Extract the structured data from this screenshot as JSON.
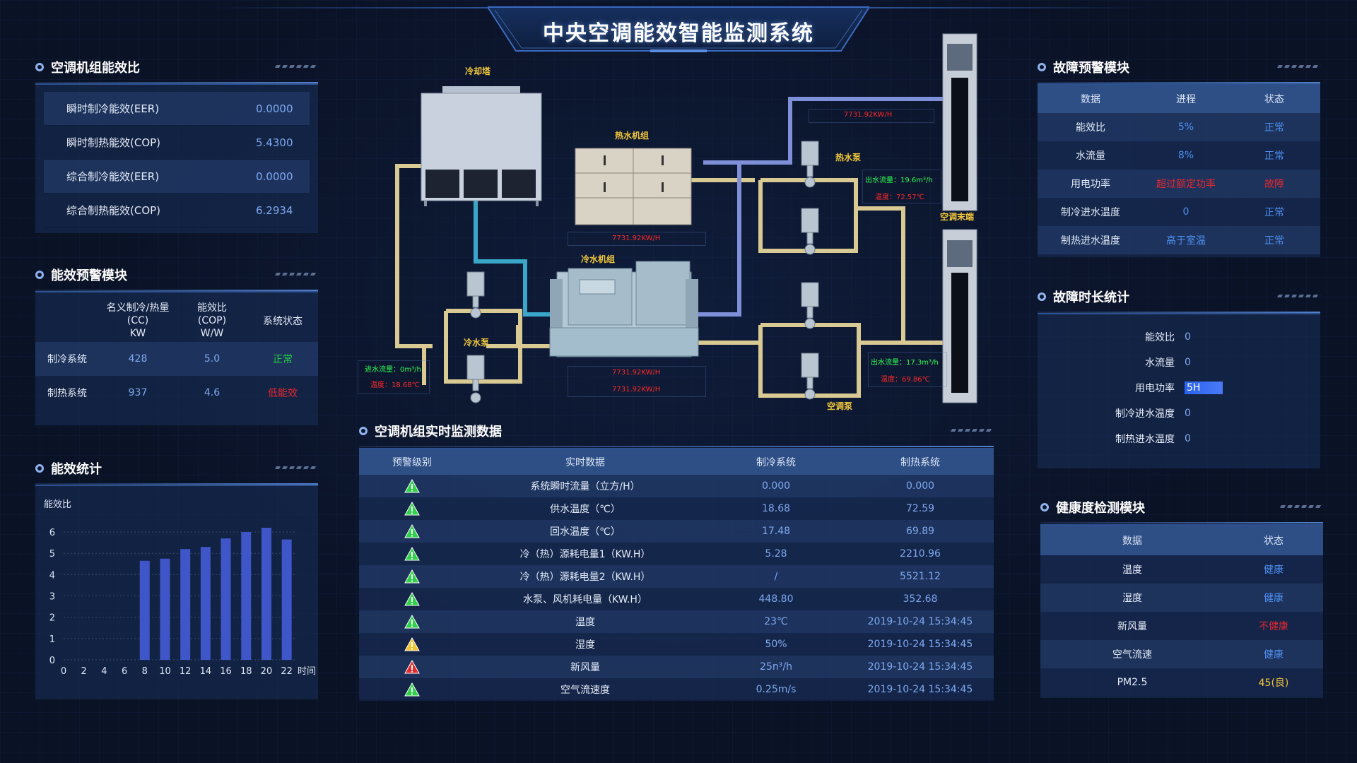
{
  "header": {
    "title": "中央空调能效智能监测系统"
  },
  "efficiency": {
    "title": "空调机组能效比",
    "rows": [
      {
        "label": "瞬时制冷能效(EER)",
        "value": "0.0000"
      },
      {
        "label": "瞬时制热能效(COP)",
        "value": "5.4300"
      },
      {
        "label": "综合制冷能效(EER)",
        "value": "0.0000"
      },
      {
        "label": "综合制热能效(COP)",
        "value": "6.2934"
      }
    ]
  },
  "energy_warning": {
    "title": "能效预警模块",
    "headers": [
      "名义制冷/热量",
      "(CC)",
      "KW",
      "能效比",
      "(COP)",
      "W/W",
      "系统状态"
    ],
    "rows": [
      {
        "name": "制冷系统",
        "capacity": "428",
        "cop": "5.0",
        "status": "正常",
        "status_color": "#22d13e"
      },
      {
        "name": "制热系统",
        "capacity": "937",
        "cop": "4.6",
        "status": "低能效",
        "status_color": "#e6262f"
      }
    ]
  },
  "energy_stats": {
    "title": "能效统计",
    "ylabel": "能效比",
    "xlabel": "时间"
  },
  "chart_data": {
    "type": "bar",
    "title": "",
    "ylabel": "能效比",
    "xlabel": "时间",
    "x_ticks": [
      "0",
      "2",
      "4",
      "6",
      "8",
      "10",
      "12",
      "14",
      "16",
      "18",
      "20",
      "22"
    ],
    "y_ticks": [
      "0",
      "1",
      "2",
      "3",
      "4",
      "5",
      "6"
    ],
    "ylim": [
      0,
      6.3
    ],
    "xlim": [
      0,
      23
    ],
    "grid": true,
    "categories": [
      8,
      10,
      12,
      14,
      16,
      18,
      20,
      22
    ],
    "values": [
      4.65,
      4.75,
      5.2,
      5.3,
      5.7,
      6.0,
      6.2,
      5.65
    ],
    "color": "#3f56c9"
  },
  "diagram": {
    "cooling_tower": "冷却塔",
    "hot_water_unit": "热水机组",
    "hot_water_pump": "热水泵",
    "chiller": "冷水机组",
    "chilled_pump": "冷水泵",
    "ac_pump": "空调泵",
    "ac_terminal": "空调末端",
    "power_1": "7731.92KW/H",
    "power_2": "7731.92KW/H",
    "power_3": "7731.92KW/H",
    "power_4": "7731.92KW/H",
    "hot_out_flow": "出水流量：19.6m³/h",
    "hot_temp": "温度：72.57℃",
    "ac_out_flow": "出水流量：17.3m³/h",
    "ac_temp": "温度：69.86℃",
    "cold_in_flow": "进水流量：0m³/h",
    "cold_temp": "温度：18.68℃"
  },
  "realtime": {
    "title": "空调机组实时监测数据",
    "headers": [
      "预警级别",
      "实时数据",
      "制冷系统",
      "制热系统"
    ],
    "rows": [
      {
        "level": "green",
        "name": "系统瞬时流量（立方/H）",
        "cool": "0.000",
        "heat": "0.000"
      },
      {
        "level": "green",
        "name": "供水温度（℃）",
        "cool": "18.68",
        "heat": "72.59"
      },
      {
        "level": "green",
        "name": "回水温度（℃）",
        "cool": "17.48",
        "heat": "69.89"
      },
      {
        "level": "green",
        "name": "冷（热）源耗电量1（KW.H）",
        "cool": "5.28",
        "heat": "2210.96"
      },
      {
        "level": "green",
        "name": "冷（热）源耗电量2（KW.H）",
        "cool": "/",
        "heat": "5521.12"
      },
      {
        "level": "green",
        "name": "水泵、风机耗电量（KW.H）",
        "cool": "448.80",
        "heat": "352.68"
      },
      {
        "level": "green",
        "name": "温度",
        "cool": "23℃",
        "heat": "2019-10-24 15:34:45"
      },
      {
        "level": "yellow",
        "name": "湿度",
        "cool": "50%",
        "heat": "2019-10-24 15:34:45"
      },
      {
        "level": "red",
        "name": "新风量",
        "cool": "25n³/h",
        "heat": "2019-10-24 15:34:45"
      },
      {
        "level": "green",
        "name": "空气流速度",
        "cool": "0.25m/s",
        "heat": "2019-10-24 15:34:45"
      }
    ],
    "level_colors": {
      "green": "#2ed14a",
      "yellow": "#f2c531",
      "red": "#e52b2b"
    }
  },
  "fault_warning": {
    "title": "故障预警模块",
    "headers": [
      "数据",
      "进程",
      "状态"
    ],
    "rows": [
      {
        "name": "能效比",
        "progress": "5%",
        "progress_color": "#4f8ff0",
        "status": "正常",
        "status_color": "#4f8ff0"
      },
      {
        "name": "水流量",
        "progress": "8%",
        "progress_color": "#4f8ff0",
        "status": "正常",
        "status_color": "#4f8ff0"
      },
      {
        "name": "用电功率",
        "progress": "超过额定功率",
        "progress_color": "#e6262f",
        "status": "故障",
        "status_color": "#e6262f"
      },
      {
        "name": "制冷进水温度",
        "progress": "0",
        "progress_color": "#4f8ff0",
        "status": "正常",
        "status_color": "#4f8ff0"
      },
      {
        "name": "制热进水温度",
        "progress": "高于室温",
        "progress_color": "#4f8ff0",
        "status": "正常",
        "status_color": "#4f8ff0"
      }
    ]
  },
  "fault_duration": {
    "title": "故障时长统计",
    "rows": [
      {
        "name": "能效比",
        "value": "0",
        "highlight": false
      },
      {
        "name": "水流量",
        "value": "0",
        "highlight": false
      },
      {
        "name": "用电功率",
        "value": "5H",
        "highlight": true,
        "fill_fraction": 1.0
      },
      {
        "name": "制冷进水温度",
        "value": "0",
        "highlight": false
      },
      {
        "name": "制热进水温度",
        "value": "0",
        "highlight": false
      }
    ]
  },
  "health": {
    "title": "健康度检测模块",
    "headers": [
      "数据",
      "状态"
    ],
    "rows": [
      {
        "name": "温度",
        "status": "健康",
        "color": "#4f8ff0"
      },
      {
        "name": "湿度",
        "status": "健康",
        "color": "#4f8ff0"
      },
      {
        "name": "新风量",
        "status": "不健康",
        "color": "#e6262f"
      },
      {
        "name": "空气流速",
        "status": "健康",
        "color": "#4f8ff0"
      },
      {
        "name": "PM2.5",
        "status": "45(良)",
        "color": "#f0c23a"
      }
    ]
  }
}
